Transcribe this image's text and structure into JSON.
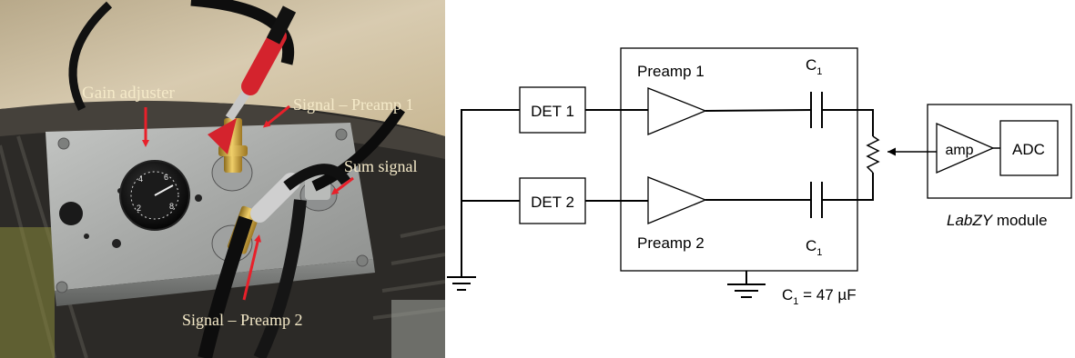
{
  "photo": {
    "labels": {
      "gain_adjuster": "Gain adjuster",
      "signal_preamp1": "Signal – Preamp 1",
      "sum_signal": "Sum signal",
      "signal_preamp2": "Signal – Preamp 2"
    },
    "colors": {
      "arrow": "#e8202a",
      "label_text": "#f4e9c8",
      "enclosure": "#a9aba9",
      "connector_gold": "#caa23a"
    }
  },
  "schematic": {
    "det1": "DET 1",
    "det2": "DET 2",
    "preamp1": "Preamp 1",
    "preamp2": "Preamp 2",
    "c1_top": {
      "main": "C",
      "sub": "1"
    },
    "c1_bottom": {
      "main": "C",
      "sub": "1"
    },
    "c1_value": {
      "main": "C",
      "sub": "1",
      "rest": " = 47 µF"
    },
    "amp": "amp",
    "adc": "ADC",
    "module_caption": {
      "italic": "LabZY",
      "rest": " module"
    }
  }
}
